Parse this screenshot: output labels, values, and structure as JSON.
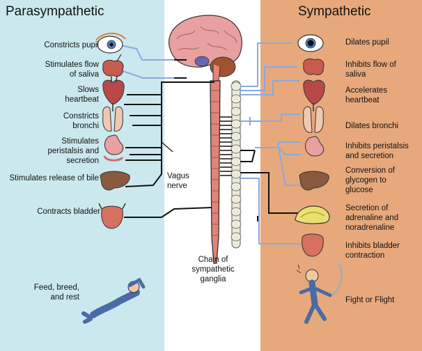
{
  "parasympathetic": {
    "title": "Parasympathetic",
    "labels": {
      "constricts_pupil": "Constricts pupil",
      "saliva": "Stimulates flow of saliva",
      "heartbeat": "Slows heartbeat",
      "bronchi": "Constricts bronchi",
      "peristalsis": "Stimulates peristalsis and secretion",
      "bile": "Stimulates release of bile",
      "bladder": "Contracts bladder",
      "rest": "Feed, breed, and rest"
    }
  },
  "sympathetic": {
    "title": "Sympathetic",
    "labels": {
      "dilates_pupil": "Dilates pupil",
      "saliva": "Inhibits flow of saliva",
      "heartbeat": "Accelerates heartbeat",
      "bronchi": "Dilates bronchi",
      "peristalsis": "Inhibits peristalsis and secretion",
      "glycogen": "Conversion of glycogen to glucose",
      "adrenaline": "Secretion of adrenaline and noradrenaline",
      "bladder": "Inhibits bladder contraction",
      "fight": "Fight or Flight"
    }
  },
  "center": {
    "vagus": "Vagus nerve",
    "chain": "Chain of sympathetic ganglia"
  },
  "colors": {
    "para_bg": "#cbe8ee",
    "symp_bg": "#e7a97b",
    "nerve_black": "#111111",
    "nerve_blue": "#8aa8e0",
    "spinal_cord": "#e0857a",
    "ganglia_chain": "#ecebd9",
    "organ_red": "#c85a4e",
    "liver": "#8a5a3e",
    "adrenal": "#e8e070"
  }
}
